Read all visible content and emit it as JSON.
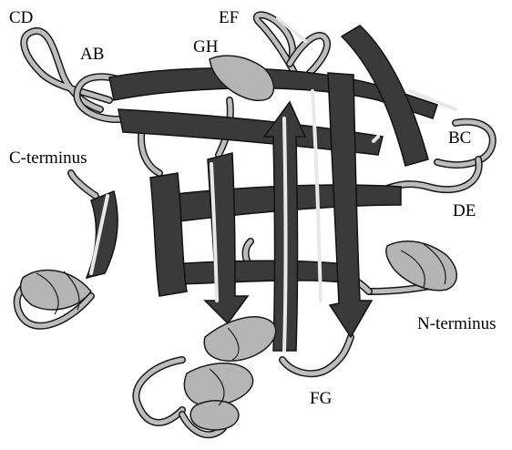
{
  "labels": {
    "cd": "CD",
    "ab": "AB",
    "gh": "GH",
    "ef": "EF",
    "bc": "BC",
    "de": "DE",
    "c_terminus": "C-terminus",
    "n_terminus": "N-terminus",
    "fg": "FG"
  },
  "colors": {
    "strand_dark": "#3a3a3a",
    "strand_edge": "#111111",
    "strand_light": "#e8e8e8",
    "helix_light": "#b5b5b5",
    "loop_fill": "#bdbdbd",
    "loop_edge": "#1a1a1a",
    "text": "#000000",
    "background": "#ffffff"
  }
}
